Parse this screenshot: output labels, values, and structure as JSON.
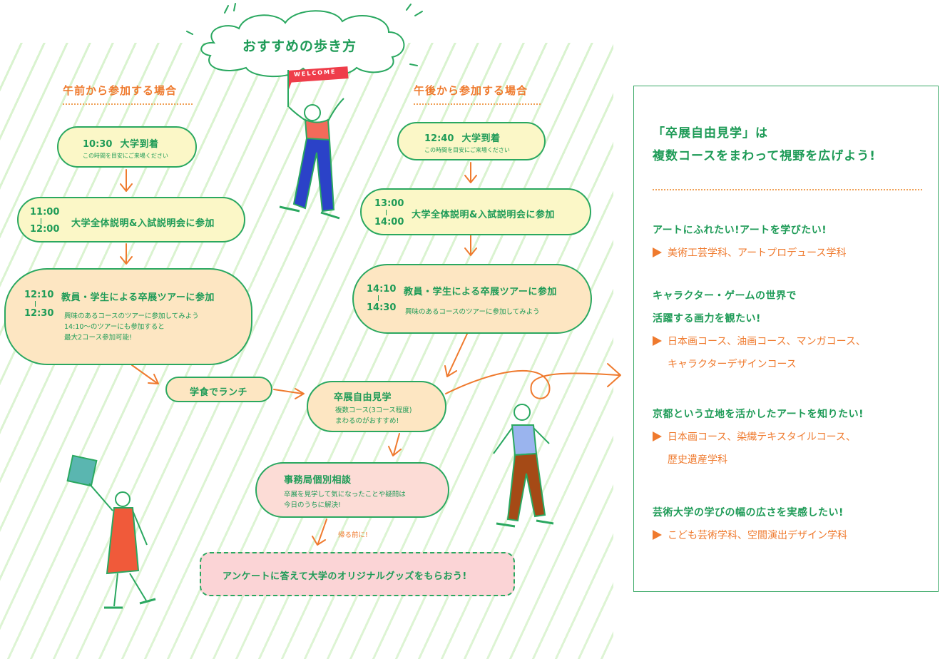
{
  "header": {
    "title": "おすすめの歩き方",
    "flag_text": "WELCOME"
  },
  "morning": {
    "heading": "午前から参加する場合",
    "steps": [
      {
        "time_start": "10:30",
        "title": "大学到着",
        "note": "この時間を目安にご来場ください"
      },
      {
        "time_start": "11:00",
        "time_end": "12:00",
        "title": "大学全体説明&入試説明会に参加"
      },
      {
        "time_start": "12:10",
        "time_end": "12:30",
        "title": "教員・学生による卒展ツアーに参加",
        "note_lines": [
          "興味のあるコースのツアーに参加してみよう",
          "14:10〜のツアーにも参加すると",
          "最大2コース参加可能!"
        ]
      }
    ],
    "lunch": "学食でランチ"
  },
  "afternoon": {
    "heading": "午後から参加する場合",
    "steps": [
      {
        "time_start": "12:40",
        "title": "大学到着",
        "note": "この時間を目安にご来場ください"
      },
      {
        "time_start": "13:00",
        "time_end": "14:00",
        "title": "大学全体説明&入試説明会に参加"
      },
      {
        "time_start": "14:10",
        "time_end": "14:30",
        "title": "教員・学生による卒展ツアーに参加",
        "note": "興味のあるコースのツアーに参加してみよう"
      }
    ]
  },
  "common": {
    "free_visit": {
      "title": "卒展自由見学",
      "lines": [
        "複数コース(3コース程度)",
        "まわるのがおすすめ!"
      ]
    },
    "consult": {
      "title": "事務局個別相談",
      "lines": [
        "卒展を見学して気になったことや疑問は",
        "今日のうちに解決!"
      ]
    },
    "before_leave": "帰る前に!",
    "survey": "アンケートに答えて大学のオリジナルグッズをもらおう!"
  },
  "panel": {
    "title_lines": [
      "「卒展自由見学」は",
      "複数コースをまわって視野を広げよう!"
    ],
    "items": [
      {
        "q_lines": [
          "アートにふれたい!アートを学びたい!"
        ],
        "a_lines": [
          "美術工芸学科、アートプロデュース学科"
        ]
      },
      {
        "q_lines": [
          "キャラクター・ゲームの世界で",
          "活躍する画力を観たい!"
        ],
        "a_lines": [
          "日本画コース、油画コース、マンガコース、",
          "キャラクターデザインコース"
        ]
      },
      {
        "q_lines": [
          "京都という立地を活かしたアートを知りたい!"
        ],
        "a_lines": [
          "日本画コース、染織テキスタイルコース、",
          "歴史遺産学科"
        ]
      },
      {
        "q_lines": [
          "芸術大学の学びの幅の広さを実感したい!"
        ],
        "a_lines": [
          "こども芸術学科、空間演出デザイン学科"
        ]
      }
    ]
  },
  "colors": {
    "green": "#1e9b57",
    "orange": "#ef7a2e",
    "yellow_fill": "#fbf7c7",
    "peach_fill": "#fde6c2",
    "pink_fill": "#fcdcd6"
  }
}
